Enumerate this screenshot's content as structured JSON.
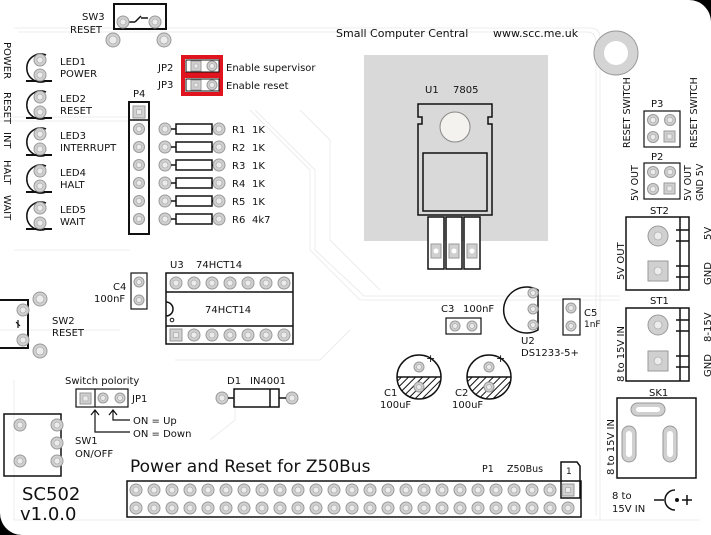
{
  "board": {
    "title": "Power and Reset for Z50Bus",
    "name": "SC502",
    "version": "v1.0.0",
    "maker": "Small Computer Central",
    "website": "www.scc.me.uk"
  },
  "colors": {
    "highlight": "#e0141e",
    "silkscreen": "#111111",
    "pad": "#d0d0d0",
    "heatsink": "#d9d9d9",
    "background": "#ffffff"
  },
  "edge_labels": [
    "POWER",
    "RESET",
    "INT",
    "HALT",
    "WAIT"
  ],
  "switches": {
    "sw3": {
      "ref": "SW3",
      "label": "RESET"
    },
    "sw2": {
      "ref": "SW2",
      "label": "RESET"
    },
    "sw1": {
      "ref": "SW1",
      "label": "ON/OFF"
    }
  },
  "leds": [
    {
      "ref": "LED1",
      "label": "POWER"
    },
    {
      "ref": "LED2",
      "label": "RESET"
    },
    {
      "ref": "LED3",
      "label": "INTERRUPT"
    },
    {
      "ref": "LED4",
      "label": "HALT"
    },
    {
      "ref": "LED5",
      "label": "WAIT"
    }
  ],
  "jumpers": [
    {
      "ref": "JP2",
      "label": "Enable supervisor"
    },
    {
      "ref": "JP3",
      "label": "Enable reset"
    }
  ],
  "jp1": {
    "ref": "JP1",
    "title": "Switch polority",
    "on_up": "ON = Up",
    "on_down": "ON = Down"
  },
  "p4": {
    "ref": "P4"
  },
  "resistors": [
    {
      "ref": "R1",
      "value": "1K"
    },
    {
      "ref": "R2",
      "value": "1K"
    },
    {
      "ref": "R3",
      "value": "1K"
    },
    {
      "ref": "R4",
      "value": "1K"
    },
    {
      "ref": "R5",
      "value": "1K"
    },
    {
      "ref": "R6",
      "value": "4k7"
    }
  ],
  "u1": {
    "ref": "U1",
    "value": "7805"
  },
  "u2": {
    "ref": "U2",
    "value": "DS1233-5+"
  },
  "u3": {
    "ref": "U3",
    "value": "74HCT14",
    "body_label": "74HCT14"
  },
  "c1": {
    "ref": "C1",
    "value": "100uF"
  },
  "c2": {
    "ref": "C2",
    "value": "100uF"
  },
  "c3": {
    "ref": "C3",
    "value": "100nF"
  },
  "c4": {
    "ref": "C4",
    "value": "100nF"
  },
  "c5": {
    "ref": "C5",
    "value": "1nF"
  },
  "d1": {
    "ref": "D1",
    "value": "IN4001"
  },
  "p3": {
    "ref": "P3",
    "left_label": "RESET SWITCH",
    "right_label": "RESET SWITCH"
  },
  "p2": {
    "ref": "P2",
    "left_label": "5V OUT",
    "right_label_top": "5V OUT",
    "right_label_bottom": "GND 5V"
  },
  "st2": {
    "ref": "ST2",
    "side_label": "5V OUT",
    "pin1": "5V",
    "pin2": "GND"
  },
  "st1": {
    "ref": "ST1",
    "side_label": "8 to 15V IN",
    "pin1": "8-15V",
    "pin2": "GND"
  },
  "sk1": {
    "ref": "SK1",
    "side_label": "8 to 15V IN",
    "bottom_label_1": "8 to",
    "bottom_label_2": "15V IN",
    "polarity": "−(•+"
  },
  "p1": {
    "ref": "P1",
    "value": "Z50Bus",
    "pin1_marker": "1"
  }
}
